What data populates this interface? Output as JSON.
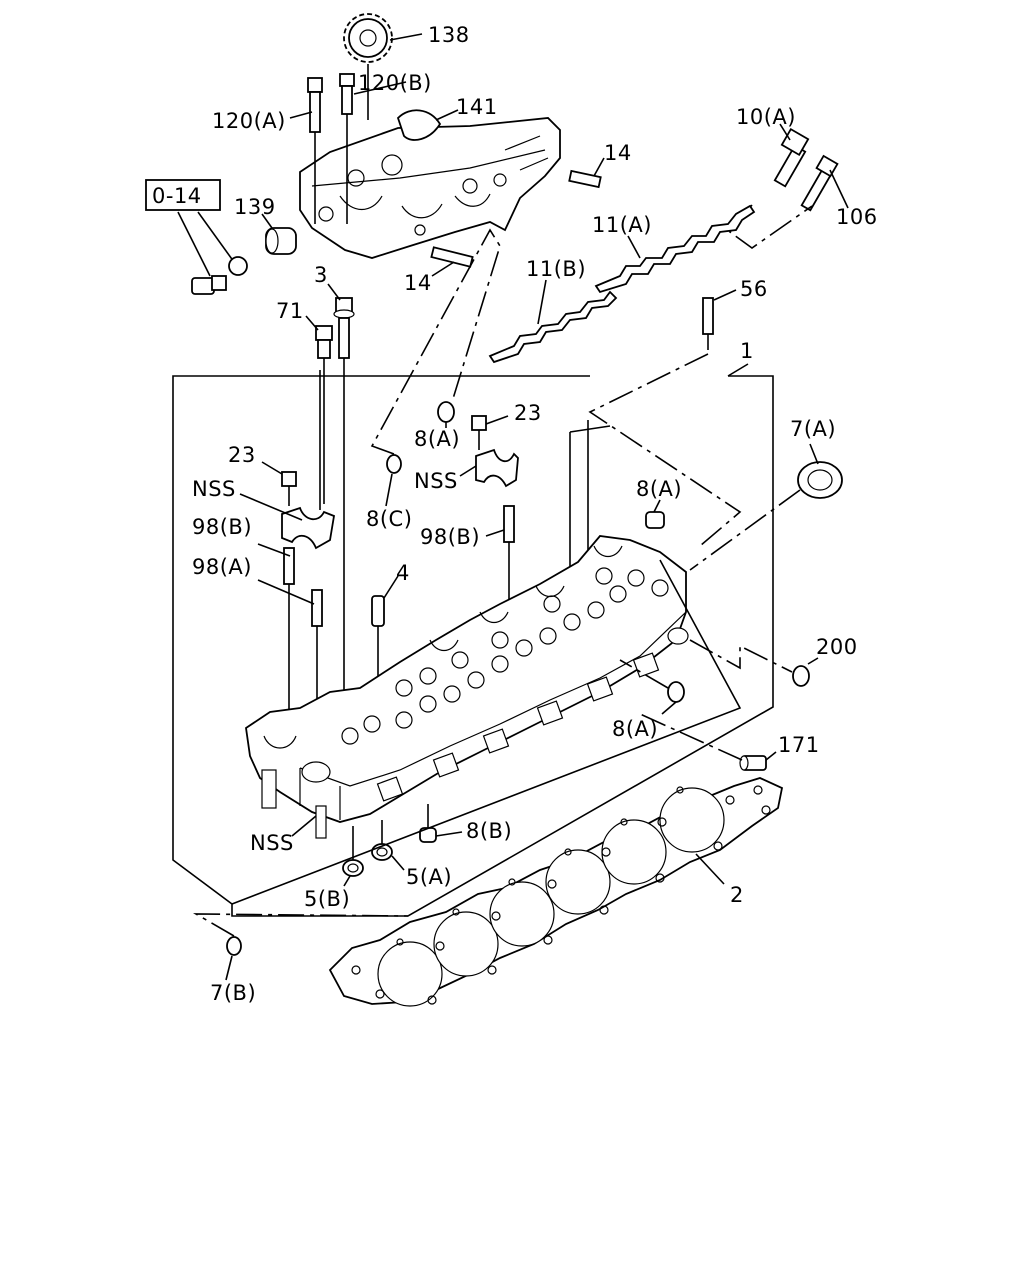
{
  "diagram": {
    "group_box_label": "0-14",
    "labels": {
      "p138": "138",
      "p120b": "120(B)",
      "p120a": "120(A)",
      "p141": "141",
      "p14_top": "14",
      "p14_mid": "14",
      "p139": "139",
      "p10a": "10(A)",
      "p106": "106",
      "p11a": "11(A)",
      "p11b": "11(B)",
      "p56": "56",
      "p3": "3",
      "p71": "71",
      "p1": "1",
      "p23_right": "23",
      "p8a_top": "8(A)",
      "p23_left": "23",
      "nss_right": "NSS",
      "p7a": "7(A)",
      "nss_left": "NSS",
      "p8c": "8(C)",
      "p8a_mid": "8(A)",
      "p98b_left": "98(B)",
      "p98b_right": "98(B)",
      "p98a": "98(A)",
      "p4": "4",
      "p200": "200",
      "p8a_low": "8(A)",
      "p171": "171",
      "p8b": "8(B)",
      "nss_bottom": "NSS",
      "p5a": "5(A)",
      "p5b": "5(B)",
      "p2": "2",
      "p7b": "7(B)"
    }
  }
}
